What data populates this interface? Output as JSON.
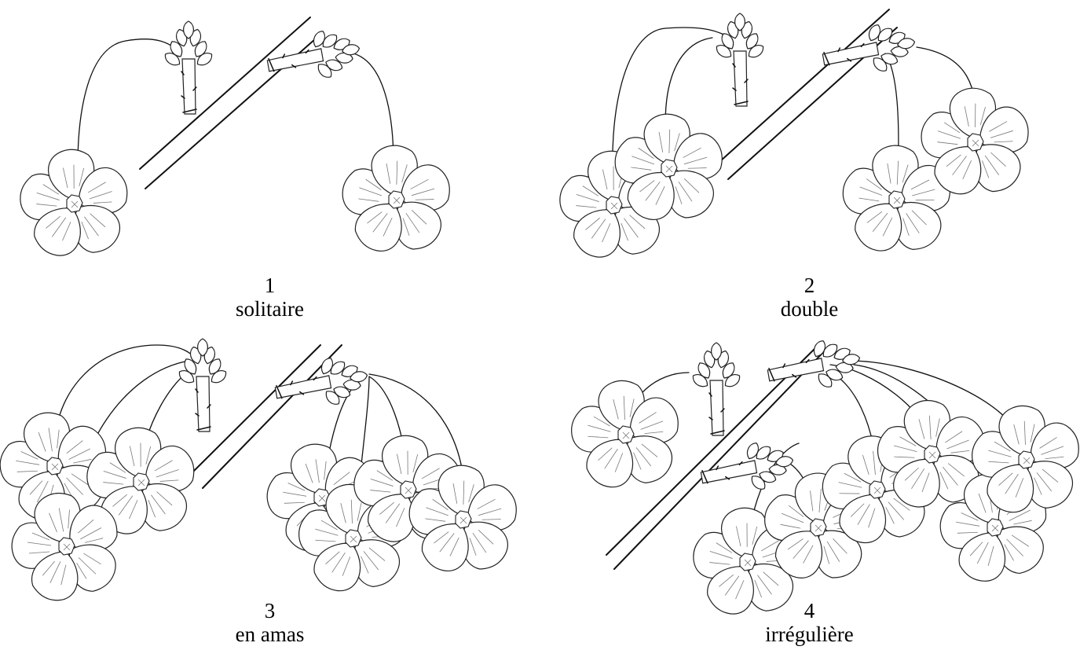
{
  "figures": [
    {
      "number": "1",
      "label": "solitaire"
    },
    {
      "number": "2",
      "label": "double"
    },
    {
      "number": "3",
      "label": "en amas"
    },
    {
      "number": "4",
      "label": "irrégulière"
    }
  ],
  "colors": {
    "ink": "#111111",
    "background": "#ffffff"
  }
}
